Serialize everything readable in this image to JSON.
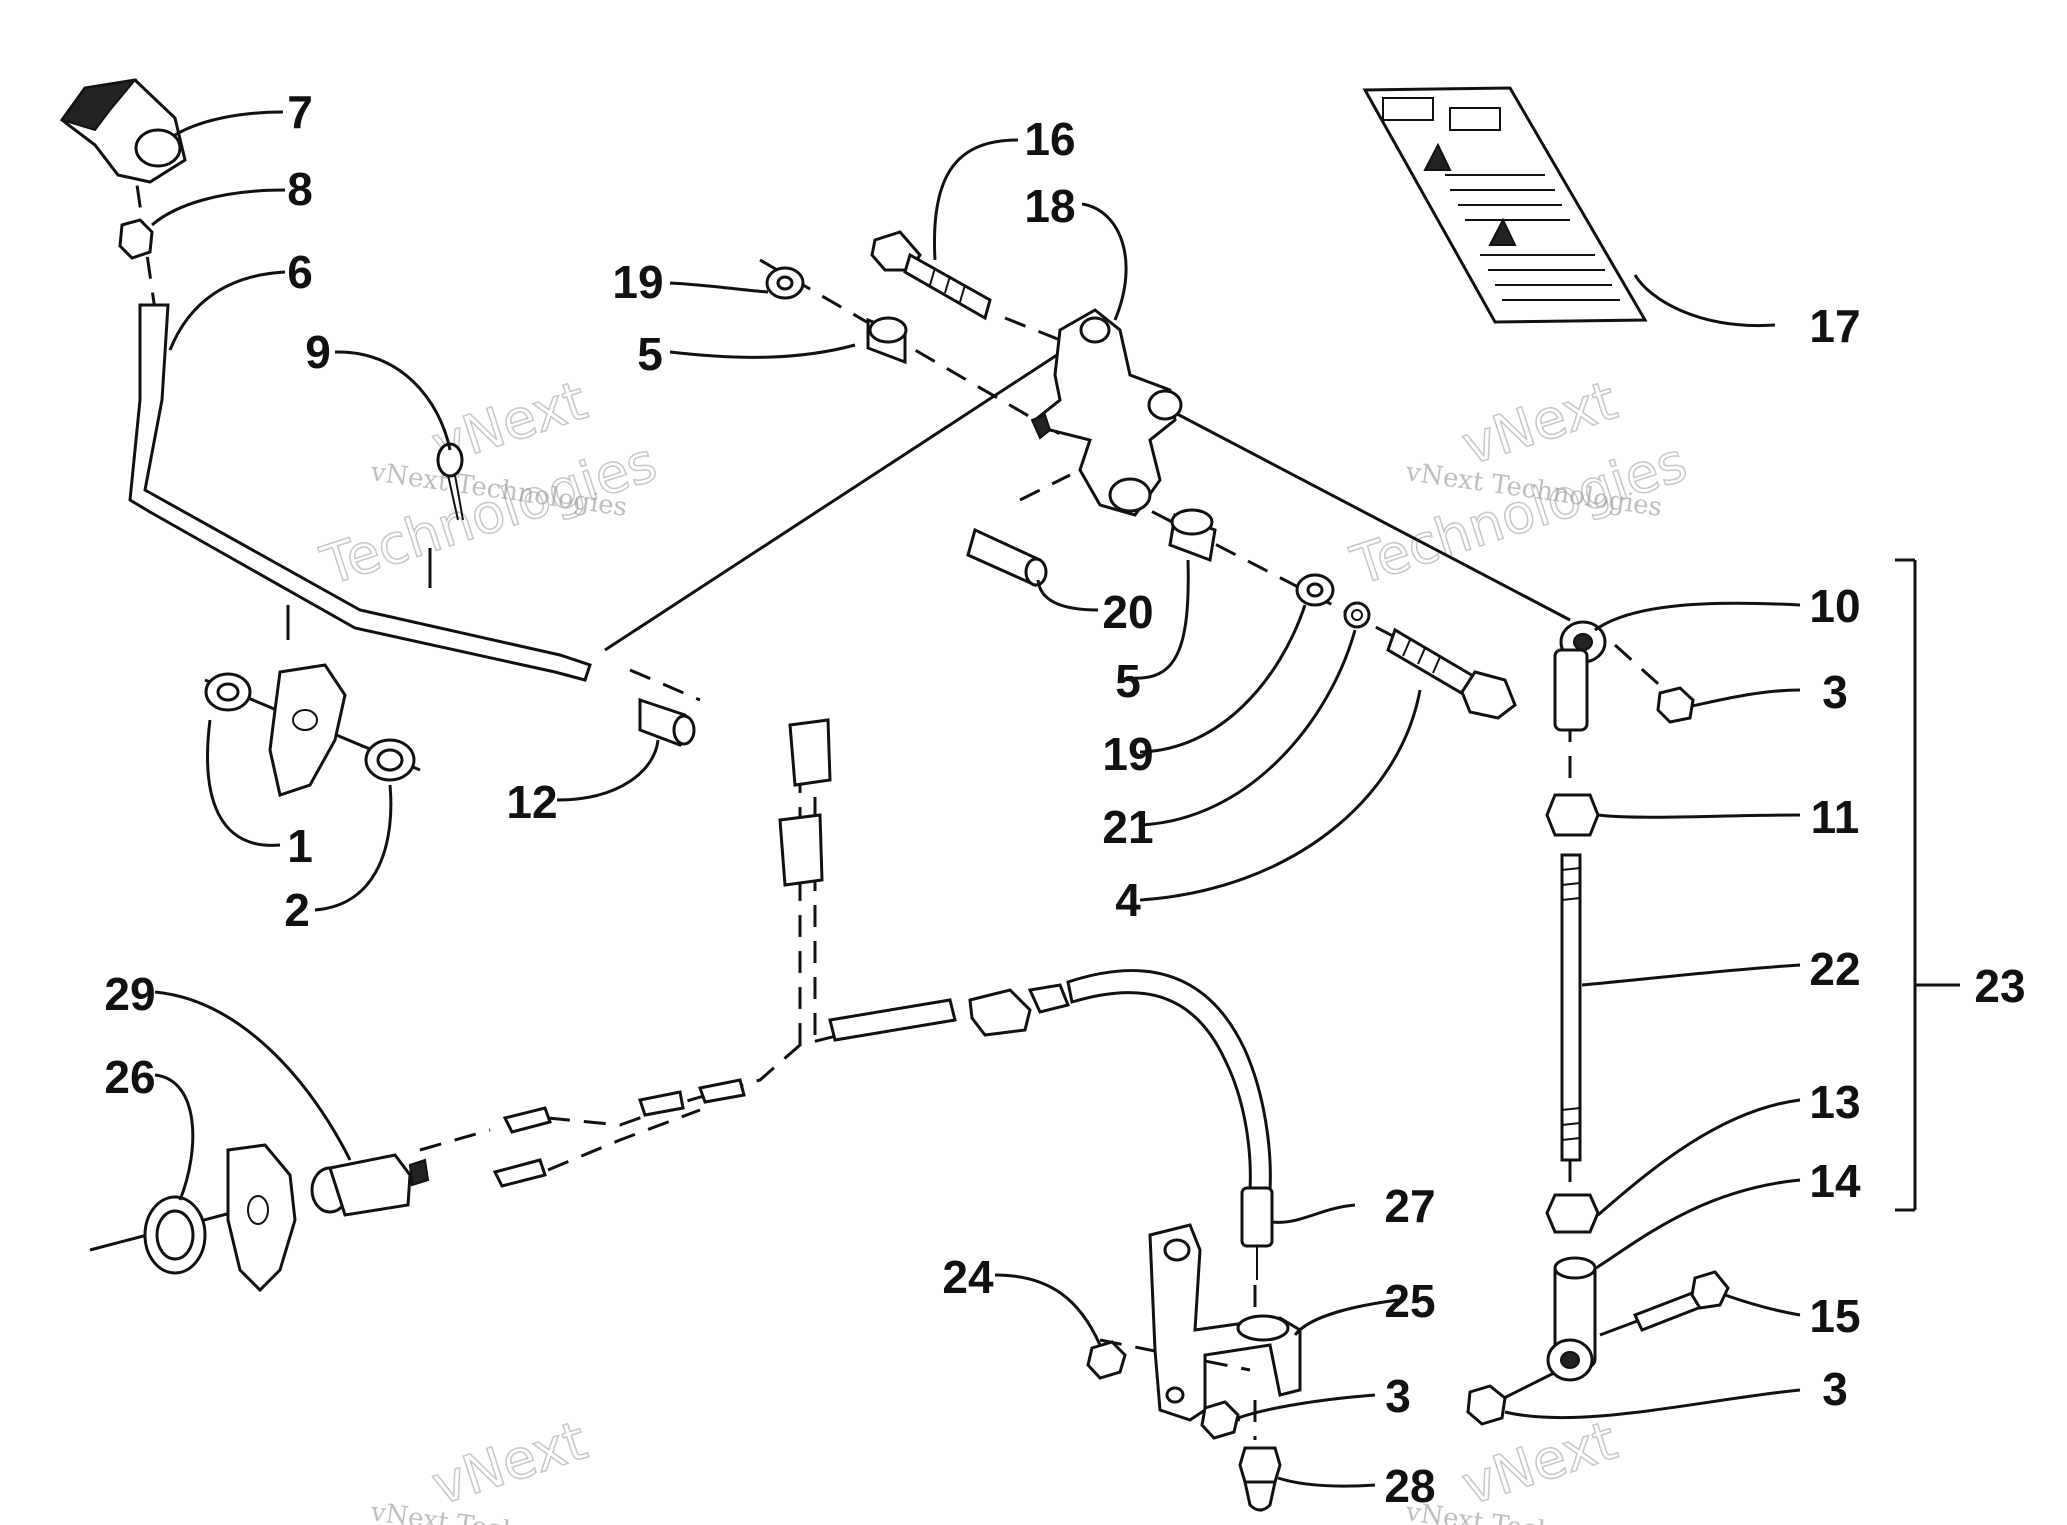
{
  "diagram": {
    "labels": [
      "7",
      "8",
      "6",
      "9",
      "1",
      "2",
      "12",
      "16",
      "18",
      "19",
      "5",
      "20",
      "5",
      "19",
      "21",
      "4",
      "17",
      "10",
      "3",
      "11",
      "22",
      "23",
      "13",
      "14",
      "15",
      "3",
      "29",
      "26",
      "27",
      "25",
      "24",
      "3",
      "28"
    ],
    "watermark": {
      "brand": "vNext",
      "word": "Technologies",
      "full": "vNext Technologies"
    }
  }
}
